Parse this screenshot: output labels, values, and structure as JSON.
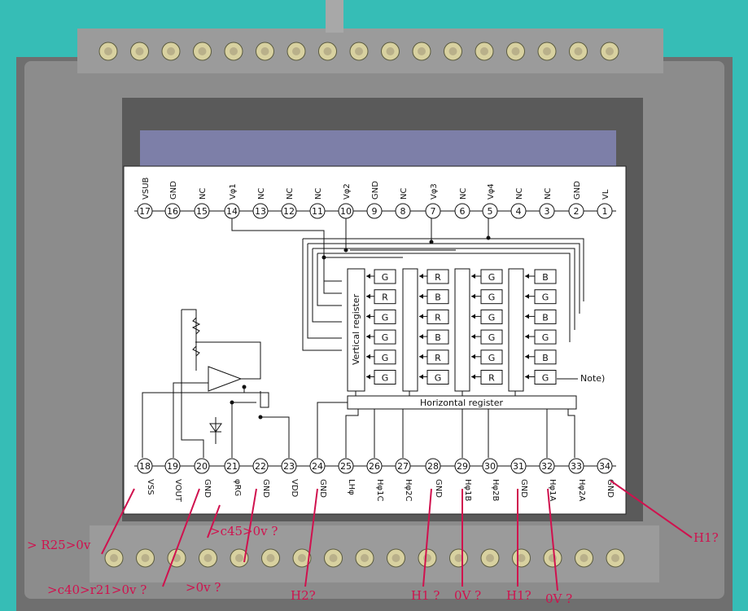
{
  "diagram": {
    "top_pins": [
      {
        "num": "17",
        "label": "VSUB"
      },
      {
        "num": "16",
        "label": "GND"
      },
      {
        "num": "15",
        "label": "NC"
      },
      {
        "num": "14",
        "label": "Vφ1"
      },
      {
        "num": "13",
        "label": "NC"
      },
      {
        "num": "12",
        "label": "NC"
      },
      {
        "num": "11",
        "label": "NC"
      },
      {
        "num": "10",
        "label": "Vφ2"
      },
      {
        "num": "9",
        "label": "GND"
      },
      {
        "num": "8",
        "label": "NC"
      },
      {
        "num": "7",
        "label": "Vφ3"
      },
      {
        "num": "6",
        "label": "NC"
      },
      {
        "num": "5",
        "label": "Vφ4"
      },
      {
        "num": "4",
        "label": "NC"
      },
      {
        "num": "3",
        "label": "NC"
      },
      {
        "num": "2",
        "label": "GND"
      },
      {
        "num": "1",
        "label": "VL"
      }
    ],
    "bottom_pins": [
      {
        "num": "18",
        "label": "VSS"
      },
      {
        "num": "19",
        "label": "VOUT"
      },
      {
        "num": "20",
        "label": "GND"
      },
      {
        "num": "21",
        "label": "φRG"
      },
      {
        "num": "22",
        "label": "GND"
      },
      {
        "num": "23",
        "label": "VDD"
      },
      {
        "num": "24",
        "label": "GND"
      },
      {
        "num": "25",
        "label": "LHφ"
      },
      {
        "num": "26",
        "label": "Hφ1C"
      },
      {
        "num": "27",
        "label": "Hφ2C"
      },
      {
        "num": "28",
        "label": "GND"
      },
      {
        "num": "29",
        "label": "Hφ1B"
      },
      {
        "num": "30",
        "label": "Hφ2B"
      },
      {
        "num": "31",
        "label": "GND"
      },
      {
        "num": "32",
        "label": "Hφ1A"
      },
      {
        "num": "33",
        "label": "Hφ2A"
      },
      {
        "num": "34",
        "label": "GND"
      }
    ],
    "columns": [
      [
        "G",
        "R",
        "G",
        "G",
        "G",
        "G"
      ],
      [
        "B",
        "G",
        "B",
        "G",
        "B",
        "G"
      ],
      [
        "G",
        "G",
        "G",
        "G",
        "G",
        "R"
      ],
      [
        "B",
        "G",
        "B",
        "G",
        "B",
        "G"
      ]
    ],
    "col2": [
      "R",
      "B",
      "R",
      "B",
      "R",
      "G"
    ],
    "vertical_register": "Vertical register",
    "horizontal_register": "Horizontal register",
    "note": "Note)"
  },
  "annotations": [
    {
      "text": "> R25>0v"
    },
    {
      "text": ">c40>r21>0v ?"
    },
    {
      "text": ">0v ?"
    },
    {
      "text": ">c45>0v ?"
    },
    {
      "text": "H2?"
    },
    {
      "text": "H1 ?"
    },
    {
      "text": "0V ?"
    },
    {
      "text": "H1?"
    },
    {
      "text": "0V ?"
    },
    {
      "text": "H1?"
    }
  ]
}
